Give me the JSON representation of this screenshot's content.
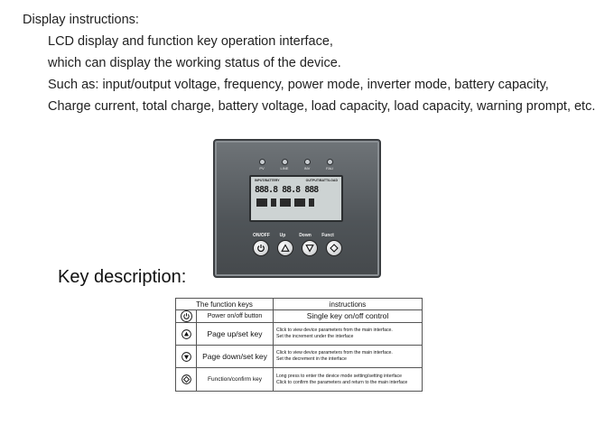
{
  "intro": {
    "heading": "Display instructions:",
    "lines": [
      "LCD display and function key operation interface,",
      "which can display the working status of the device.",
      "Such as: input/output voltage, frequency, power mode, inverter mode, battery capacity,",
      "Charge current, total charge, battery voltage, load capacity, load capacity, warning prompt, etc."
    ]
  },
  "device": {
    "leds": [
      "PV",
      "LINE",
      "INV",
      "FAU"
    ],
    "lcd_left_label": "INPUT/BATTERY",
    "lcd_right_label": "OUTPUT/BATT/LOAD",
    "lcd_digits": "888.8 88.8 888",
    "buttons": [
      {
        "label": "ON/OFF",
        "icon": "power-icon"
      },
      {
        "label": "Up",
        "icon": "triangle-up-icon"
      },
      {
        "label": "Down",
        "icon": "triangle-down-icon"
      },
      {
        "label": "Funct",
        "icon": "diamond-icon"
      }
    ]
  },
  "key_description": {
    "heading": "Key description:",
    "columns": [
      "The function keys",
      "instructions"
    ],
    "rows": [
      {
        "icon": "power-icon",
        "name": "Power on/off button",
        "desc": [
          "Single key on/off control"
        ]
      },
      {
        "icon": "triangle-up-icon",
        "name": "Page up/set key",
        "desc": [
          "Click to view device parameters from the main interface.",
          "Set the increment under the interface"
        ]
      },
      {
        "icon": "triangle-down-icon",
        "name": "Page down/set key",
        "desc": [
          "Click to view device parameters from the main interface.",
          "Set the decrement in the interface"
        ]
      },
      {
        "icon": "diamond-icon",
        "name": "Function/confirm key",
        "desc": [
          "Long press to enter the device mode setting/setting interface",
          "Click to confirm the parameters and return to the main interface"
        ]
      }
    ]
  }
}
